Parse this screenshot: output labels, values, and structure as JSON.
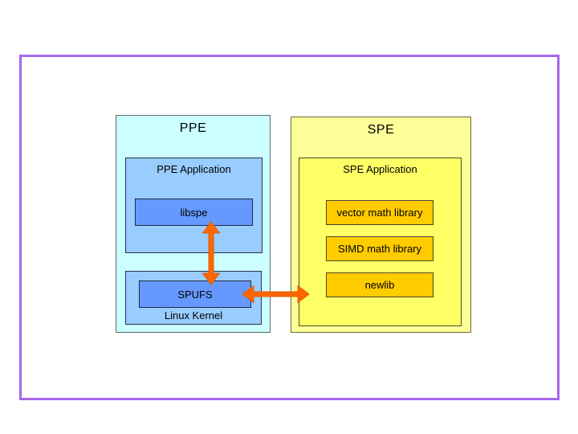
{
  "diagram": {
    "ppe": {
      "title": "PPE",
      "application": {
        "title": "PPE Application",
        "libspe_label": "libspe"
      },
      "kernel": {
        "title": "Linux Kernel",
        "spufs_label": "SPUFS"
      }
    },
    "spe": {
      "title": "SPE",
      "application": {
        "title": "SPE Application",
        "libraries": [
          "vector math library",
          "SIMD math library",
          "newlib"
        ]
      }
    },
    "connections": [
      {
        "name": "libspe-spufs-arrow",
        "from": "libspe",
        "to": "SPUFS",
        "direction": "bidirectional"
      },
      {
        "name": "spufs-spe-arrow",
        "from": "SPUFS",
        "to": "SPE Application",
        "direction": "bidirectional"
      }
    ],
    "colors": {
      "frame_border": "#a968ec",
      "ppe_outer_fill": "#ccffff",
      "ppe_inner_fill": "#99ccff",
      "ppe_component_fill": "#6699ff",
      "spe_outer_fill": "#ffff99",
      "spe_inner_fill": "#ffff66",
      "spe_component_fill": "#ffcc00",
      "arrow": "#ff6600",
      "text": "#000000"
    }
  }
}
